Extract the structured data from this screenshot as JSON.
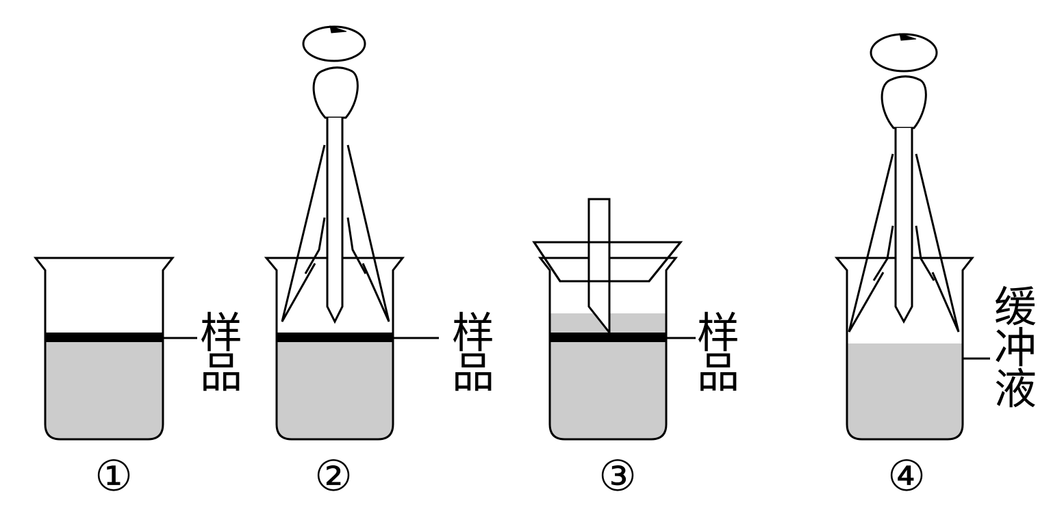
{
  "beakers": [
    {
      "id": "1",
      "number": "①",
      "label": "样",
      "label2": "品"
    },
    {
      "id": "2",
      "number": "②",
      "label": "样",
      "label2": "品"
    },
    {
      "id": "3",
      "number": "③",
      "label": "样",
      "label2": "品"
    },
    {
      "id": "4",
      "number": "④",
      "label": "缓",
      "label2": "冲",
      "label3": "液"
    }
  ],
  "colors": {
    "liquid": "#cccccc",
    "stroke": "#000000",
    "background": "#ffffff"
  }
}
